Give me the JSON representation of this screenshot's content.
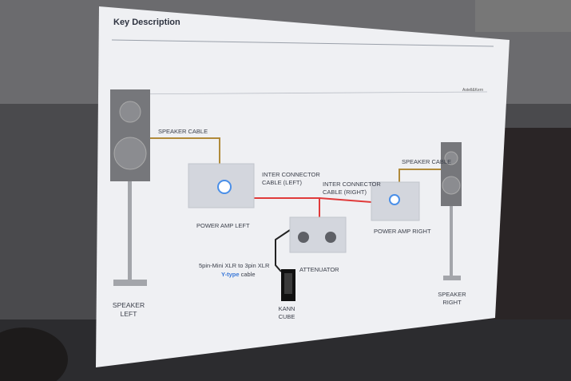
{
  "slide": {
    "title": "Key Description",
    "brand": "Astell&Kern"
  },
  "labels": {
    "speaker_cable_left": "SPEAKER CABLE",
    "speaker_cable_right": "SPEAKER CABLE",
    "inter_left_line1": "INTER CONNECTOR",
    "inter_left_line2": "CABLE (LEFT)",
    "inter_right_line1": "INTER CONNECTOR",
    "inter_right_line2": "CABLE (RIGHT)",
    "power_amp_left": "POWER AMP LEFT",
    "power_amp_right": "POWER AMP RIGHT",
    "attenuator": "ATTENUATOR",
    "xlr_line1": "5pin-Mini XLR to 3pin XLR",
    "xlr_ytype": "Y-type",
    "xlr_cable": " cable",
    "kann_line1": "KANN",
    "kann_line2": "CUBE",
    "speaker_left_line1": "SPEAKER",
    "speaker_left_line2": "LEFT",
    "speaker_right_line1": "SPEAKER",
    "speaker_right_line2": "RIGHT"
  },
  "colors": {
    "speaker_cable": "#b08a3a",
    "interconnect_cable": "#e03a3a",
    "y_type": "#3a78d8",
    "device_panel": "#d3d6dd",
    "speaker_box": "#76777b"
  }
}
